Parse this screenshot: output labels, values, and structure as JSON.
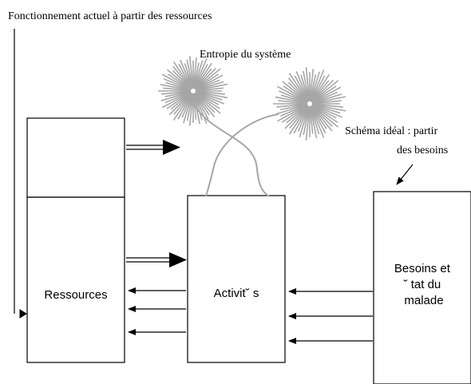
{
  "title": "Fonctionnement actuel  à partir des ressources",
  "entropy_label": "Entropie du système",
  "ideal_label": {
    "line1": "Schéma idéal : partir",
    "line2": "des besoins"
  },
  "boxes": {
    "ressources": "Ressources",
    "activites": "Activit˘ s",
    "besoins": {
      "line1": "Besoins et",
      "line2": "˘ tat du",
      "line3": "malade"
    }
  },
  "colors": {
    "line": "#000000",
    "burst": "#a6a6a6"
  }
}
